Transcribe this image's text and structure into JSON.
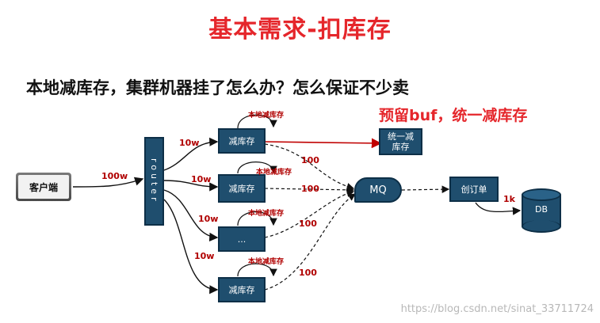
{
  "title": "基本需求-扣库存",
  "question": "本地减库存，集群机器挂了怎么办？怎么保证不少卖",
  "solution": "预留buf，统一减库存",
  "client": "客户端",
  "router": "router",
  "edge_client_router": "100w",
  "router_edges": [
    "10w",
    "10w",
    "10w",
    "10w"
  ],
  "nodes": [
    {
      "label": "减库存",
      "loop": "本地减库存",
      "mq_edge": "100"
    },
    {
      "label": "减库存",
      "loop": "本地减库存",
      "mq_edge": "100"
    },
    {
      "label": "...",
      "loop": "本地减库存",
      "mq_edge": "100"
    },
    {
      "label": "减库存",
      "loop": "本地减库存",
      "mq_edge": "100"
    }
  ],
  "unified_box": "统一减库存",
  "mq": "MQ",
  "order_box": "创订单",
  "edge_order_db": "1k",
  "db": "DB",
  "watermark": "https://blog.csdn.net/sinat_33711724",
  "colors": {
    "accent_red": "#e5262b",
    "box_fill": "#1f4e6e",
    "label_red": "#b00000"
  }
}
